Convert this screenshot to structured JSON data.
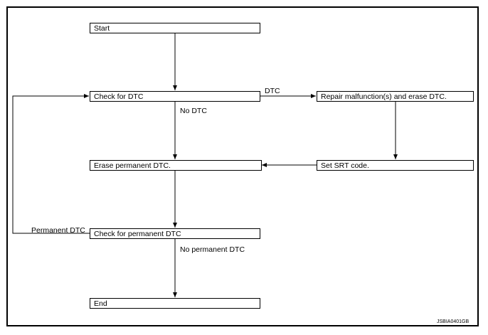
{
  "flowchart": {
    "steps": {
      "start": "Start",
      "check_dtc": "Check for DTC",
      "repair": "Repair malfunction(s) and erase DTC.",
      "erase_permanent": "Erase permanent DTC.",
      "set_srt": "Set SRT code.",
      "check_permanent": "Check for permanent DTC",
      "end": "End"
    },
    "edges": {
      "dtc": "DTC",
      "no_dtc": "No DTC",
      "permanent_dtc": "Permanent DTC",
      "no_permanent_dtc": "No permanent DTC"
    }
  },
  "figure_code": "JSBIA0401GB"
}
